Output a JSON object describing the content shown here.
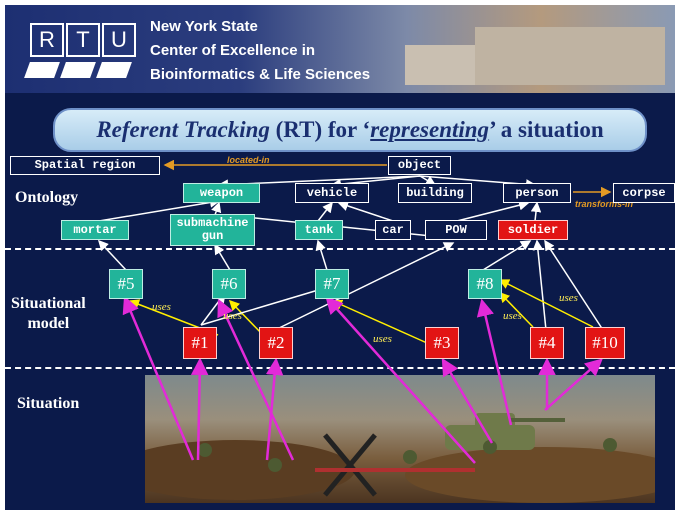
{
  "banner": {
    "logo_letters": [
      "R",
      "T",
      "U"
    ],
    "lines": [
      "New York State",
      "Center of Excellence in",
      "Bioinformatics & Life Sciences"
    ]
  },
  "title": {
    "part1": "Referent Tracking",
    "part2": " (RT) for ‘",
    "part3": "representing",
    "part4": "’ a situation"
  },
  "sections": {
    "ontology": "Ontology",
    "situational_l1": "Situational",
    "situational_l2": "model",
    "situation": "Situation"
  },
  "ontology": {
    "spatial_region": "Spatial region",
    "object": "object",
    "weapon": "weapon",
    "vehicle": "vehicle",
    "building": "building",
    "person": "person",
    "corpse": "corpse",
    "mortar": "mortar",
    "submachine_gun": "submachine gun",
    "tank": "tank",
    "car": "car",
    "pow": "POW",
    "soldier": "soldier"
  },
  "relations": {
    "located_in": "located-in",
    "transforms_in": "transforms-in",
    "uses": "uses"
  },
  "ids": [
    "#5",
    "#6",
    "#7",
    "#8",
    "#1",
    "#2",
    "#3",
    "#4",
    "#10"
  ],
  "colors": {
    "background": "#0b1a4a",
    "type_box": "#22b49a",
    "instance_box": "#e21414",
    "ref_link": "#e22ad8",
    "uses_link": "#ffee00",
    "relation": "#e39a24"
  }
}
